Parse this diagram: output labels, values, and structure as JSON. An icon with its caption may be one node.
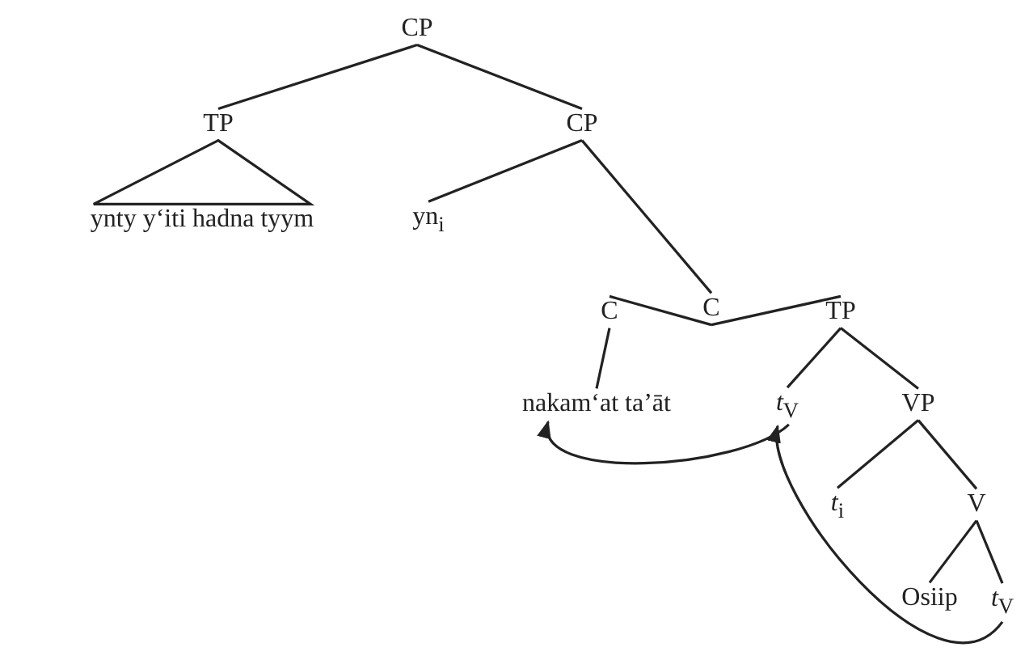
{
  "diagram": {
    "nodes": [
      {
        "text": [
          "CP"
        ]
      },
      {
        "text": [
          "TP"
        ]
      },
      {
        "text": [
          "CP"
        ]
      },
      {
        "text": [
          "ynty yʻiti hadna tyym"
        ]
      },
      {
        "text": [
          "yn$_{i}$"
        ]
      },
      {
        "text": [
          "C"
        ]
      },
      {
        "text": [
          "C"
        ]
      },
      {
        "text": [
          "TP"
        ]
      },
      {
        "text": [
          "nakamʻat taʼāt"
        ]
      },
      {
        "text": [
          "*t*$_{V}$"
        ]
      },
      {
        "text": [
          "VP"
        ]
      },
      {
        "text": [
          "*t*$_{i}$"
        ]
      },
      {
        "text": [
          "V"
        ]
      },
      {
        "text": [
          "Osiip"
        ]
      },
      {
        "text": [
          "*t*$_{V}$"
        ]
      }
    ],
    "edges": [
      {
        "from": 0,
        "to": 1,
        "arrow": "none"
      },
      {
        "from": 0,
        "to": 2,
        "arrow": "none"
      },
      {
        "from": 1,
        "to": 3,
        "arrow": "none"
      },
      {
        "from": 2,
        "to": 4,
        "arrow": "none"
      },
      {
        "from": 2,
        "to": 5,
        "arrow": "none"
      },
      {
        "from": 5,
        "to": 6,
        "arrow": "none"
      },
      {
        "from": 5,
        "to": 7,
        "arrow": "none"
      },
      {
        "from": 6,
        "to": 8,
        "arrow": "none"
      },
      {
        "from": 7,
        "to": 9,
        "arrow": "none"
      },
      {
        "from": 7,
        "to": 10,
        "arrow": "none"
      },
      {
        "from": 10,
        "to": 11,
        "arrow": "none"
      },
      {
        "from": 10,
        "to": 12,
        "arrow": "none"
      },
      {
        "from": 12,
        "to": 13,
        "arrow": "none"
      },
      {
        "from": 12,
        "to": 14,
        "arrow": "none"
      },
      {
        "from": 9,
        "to": 8,
        "arrow": "to"
      },
      {
        "from": 14,
        "to": 9,
        "arrow": "to"
      }
    ]
  }
}
